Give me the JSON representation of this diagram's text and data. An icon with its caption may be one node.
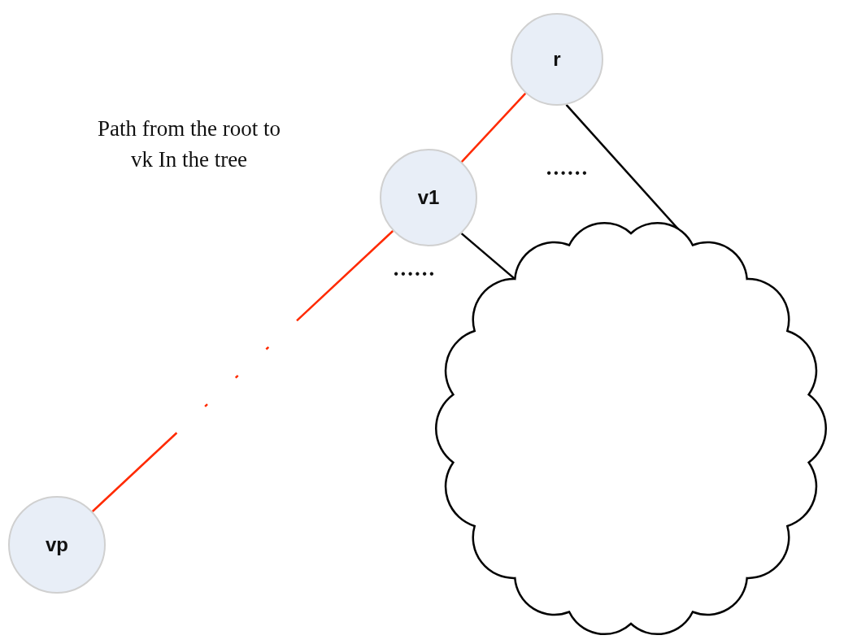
{
  "diagram": {
    "nodes": [
      {
        "text": [
          "r"
        ]
      },
      {
        "text": [
          "v1"
        ]
      },
      {
        "text": [
          "vp"
        ]
      },
      {
        "text": [],
        "shape": "cloud"
      }
    ],
    "edges": [
      {
        "from": 0,
        "to": 1,
        "arrow": "none",
        "color": "#ff2a00"
      },
      {
        "from": 1,
        "to": 2,
        "arrow": "none",
        "style": "dashed",
        "color": "#ff2a00"
      },
      {
        "from": 0,
        "to": 3,
        "arrow": "none",
        "color": "#000000"
      },
      {
        "from": 1,
        "to": 3,
        "arrow": "none",
        "color": "#000000"
      }
    ],
    "labels": [
      "Path from the root to vk In the tree",
      "......",
      "......"
    ]
  }
}
